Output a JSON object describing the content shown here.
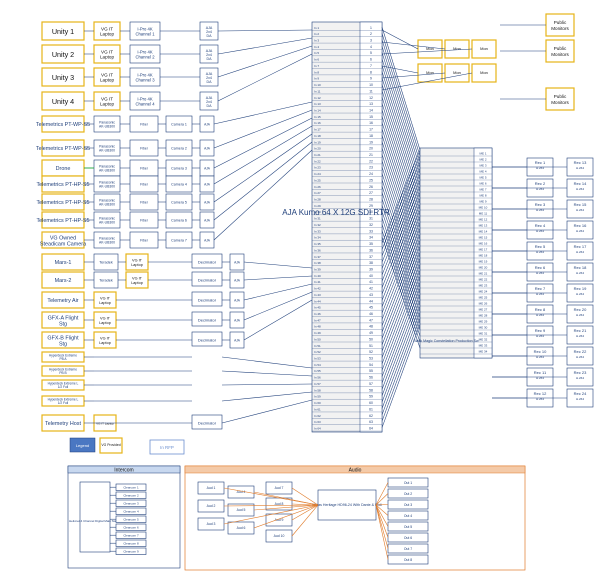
{
  "sources": [
    {
      "label": "Unity 1"
    },
    {
      "label": "Unity 2"
    },
    {
      "label": "Unity 3"
    },
    {
      "label": "Unity 4"
    },
    {
      "label": "Telemetrics PT-WP-S5"
    },
    {
      "label": "Telemetrics PT-WP-S5"
    },
    {
      "label": "Drone"
    },
    {
      "label": "Telemetrics PT-HP-S5"
    },
    {
      "label": "Telemetrics PT-HP-S5"
    },
    {
      "label": "Telemetrics PT-HP-S5"
    },
    {
      "label": "VG Owned Steadicam Camera"
    },
    {
      "label": "Mars-1"
    },
    {
      "label": "Mars-2"
    },
    {
      "label": "Telemetry Air"
    },
    {
      "label": "GFX-A Flight Stg"
    },
    {
      "label": "GFX-B Flight Stg"
    },
    {
      "label": "Hyperdeck Extreme PB A"
    },
    {
      "label": "Hyperdeck Extreme PB B"
    },
    {
      "label": "Hyperdeck Extreme L 1/2 Full"
    },
    {
      "label": "Hyperdeck Extreme L 1/2 Full"
    },
    {
      "label": "Telemetry Host"
    }
  ],
  "laptop_label": "VG IT Laptop",
  "hdmi_label": "I-Pro 4K Channel",
  "aja_label": "AJA 2x4 DA",
  "decimator_label": "Decimator",
  "teradek_label": "Teradek",
  "router": {
    "title": "AJA Kumo 64 X 12G SDI RTR"
  },
  "bmd_label": "Black Magic Constellation Production Sw",
  "monitors": [
    "Public Monitors",
    "Public Monitors",
    "Public Monitors"
  ],
  "legend": {
    "title": "Legend",
    "vg": "VG Provided",
    "rfp": "In RFP"
  },
  "intercom": {
    "title": "Intercom",
    "station": "Helixnet 4 Channel Digital Main Station"
  },
  "audio": {
    "title": "Audio",
    "console": "Midas Heritage HD96-24 With Dante & Midi"
  },
  "rec_label": "Rec"
}
